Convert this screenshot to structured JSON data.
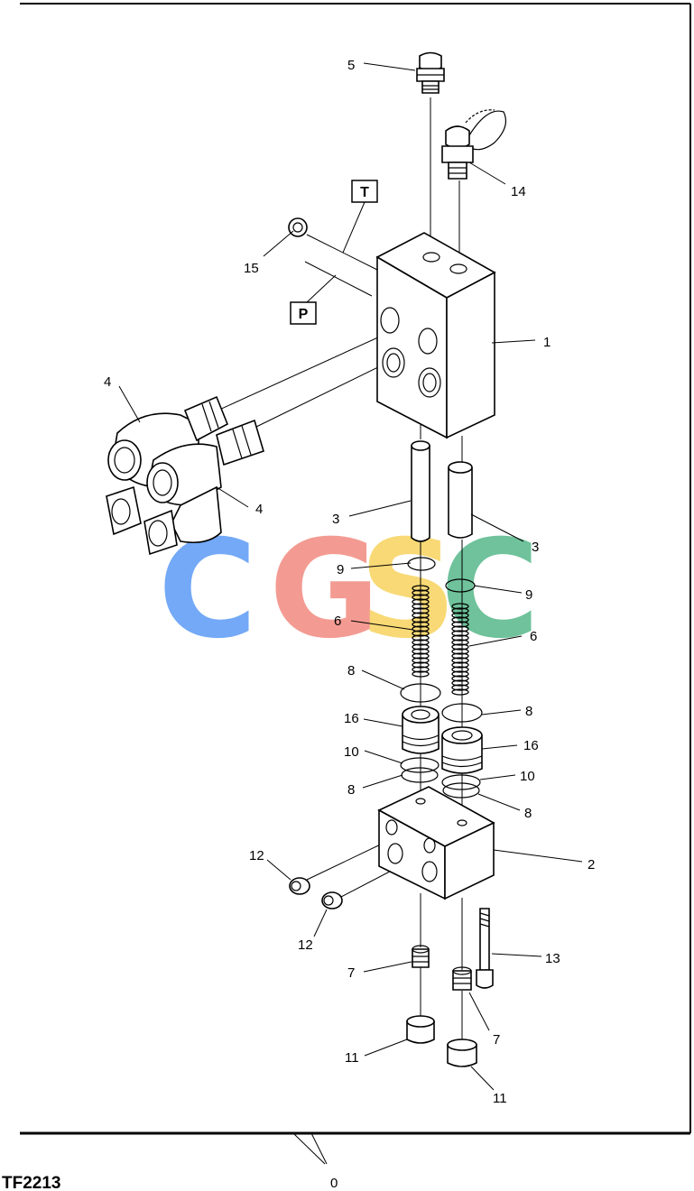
{
  "figure_id": "TF2213",
  "page_index": "0",
  "watermark": {
    "letters": [
      "C",
      "G",
      "S",
      "C"
    ],
    "colors": [
      "#5b9bf5",
      "#f28a80",
      "#f7d35e",
      "#56b88a"
    ]
  },
  "port_labels": {
    "tank": "T",
    "pressure": "P"
  },
  "callouts": {
    "c1": "1",
    "c2": "2",
    "c3a": "3",
    "c3b": "3",
    "c4a": "4",
    "c4b": "4",
    "c5": "5",
    "c6a": "6",
    "c6b": "6",
    "c7a": "7",
    "c7b": "7",
    "c8a": "8",
    "c8b": "8",
    "c8c": "8",
    "c8d": "8",
    "c9a": "9",
    "c9b": "9",
    "c10a": "10",
    "c10b": "10",
    "c11a": "11",
    "c11b": "11",
    "c12a": "12",
    "c12b": "12",
    "c13": "13",
    "c14": "14",
    "c15": "15",
    "c16a": "16",
    "c16b": "16"
  }
}
